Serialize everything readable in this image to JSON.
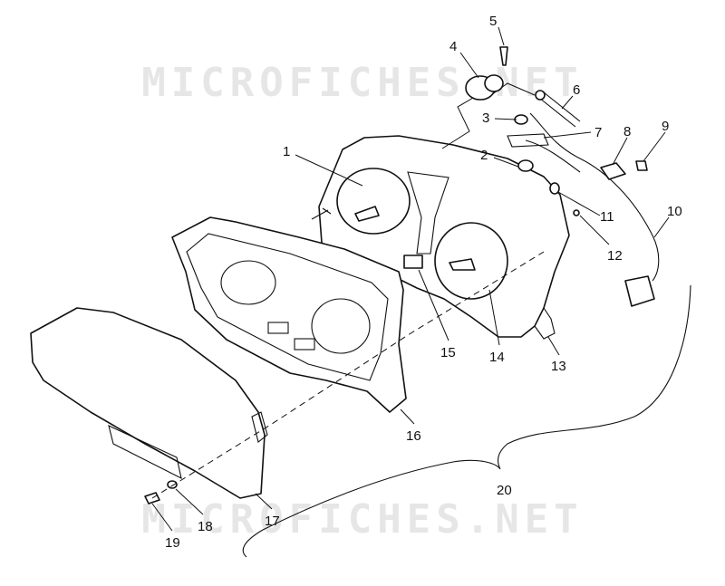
{
  "watermarks": [
    "MICROFICHES.NET",
    "MICROFICHES.NET"
  ],
  "callouts": [
    "1",
    "2",
    "3",
    "4",
    "5",
    "6",
    "7",
    "8",
    "9",
    "10",
    "11",
    "12",
    "13",
    "14",
    "15",
    "16",
    "17",
    "18",
    "19",
    "20"
  ]
}
